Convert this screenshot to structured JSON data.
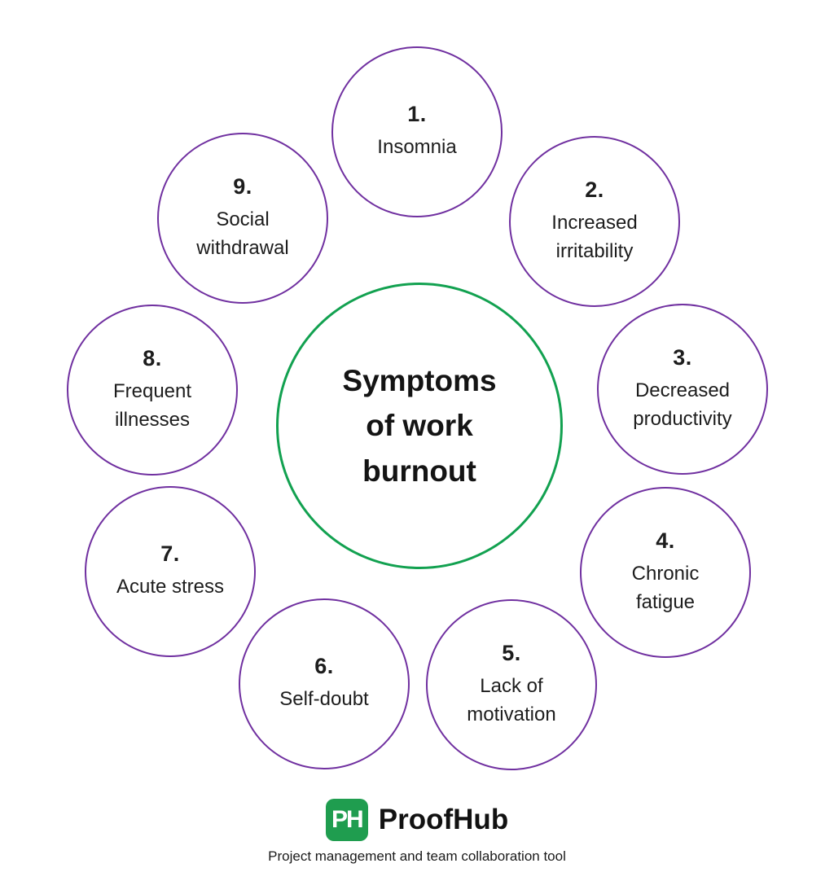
{
  "title": "Symptoms of work burnout infographic",
  "center": {
    "title_lines": [
      "Symptoms",
      "of work",
      "burnout"
    ]
  },
  "items": [
    {
      "number": "1.",
      "label": "Insomnia"
    },
    {
      "number": "2.",
      "label": "Increased irritability"
    },
    {
      "number": "3.",
      "label": "Decreased productivity"
    },
    {
      "number": "4.",
      "label": "Chronic fatigue"
    },
    {
      "number": "5.",
      "label": "Lack of motivation"
    },
    {
      "number": "6.",
      "label": "Self-doubt"
    },
    {
      "number": "7.",
      "label": "Acute stress"
    },
    {
      "number": "8.",
      "label": "Frequent illnesses"
    },
    {
      "number": "9.",
      "label": "Social withdrawal"
    }
  ],
  "colors": {
    "outer_circle_border": "#7030a0",
    "center_circle_border": "#12a150",
    "text": "#1d1d1d",
    "logo_green": "#1f9d4f"
  },
  "footer": {
    "logo_monogram": "PH",
    "brand": "ProofHub",
    "tagline": "Project management and team collaboration tool"
  }
}
